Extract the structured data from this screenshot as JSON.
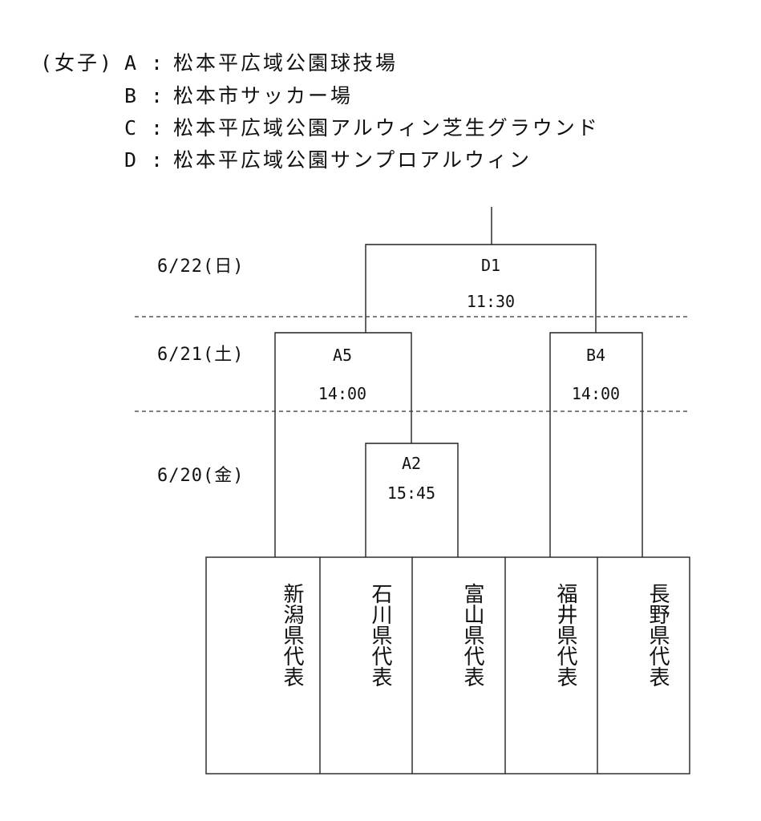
{
  "venues": {
    "category": "(女子)",
    "separator": ":",
    "list": [
      {
        "code": "A",
        "name": "松本平広域公園球技場"
      },
      {
        "code": "B",
        "name": "松本市サッカー場"
      },
      {
        "code": "C",
        "name": "松本平広域公園アルウィン芝生グラウンド"
      },
      {
        "code": "D",
        "name": "松本平広域公園サンプロアルウィン"
      }
    ]
  },
  "dates": {
    "day3": "6/22(日)",
    "day2": "6/21(土)",
    "day1": "6/20(金)"
  },
  "matches": {
    "d1": {
      "id": "D1",
      "time": "11:30"
    },
    "a5": {
      "id": "A5",
      "time": "14:00"
    },
    "b4": {
      "id": "B4",
      "time": "14:00"
    },
    "a2": {
      "id": "A2",
      "time": "15:45"
    }
  },
  "teams": [
    "新潟県代表",
    "石川県代表",
    "富山県代表",
    "福井県代表",
    "長野県代表"
  ]
}
